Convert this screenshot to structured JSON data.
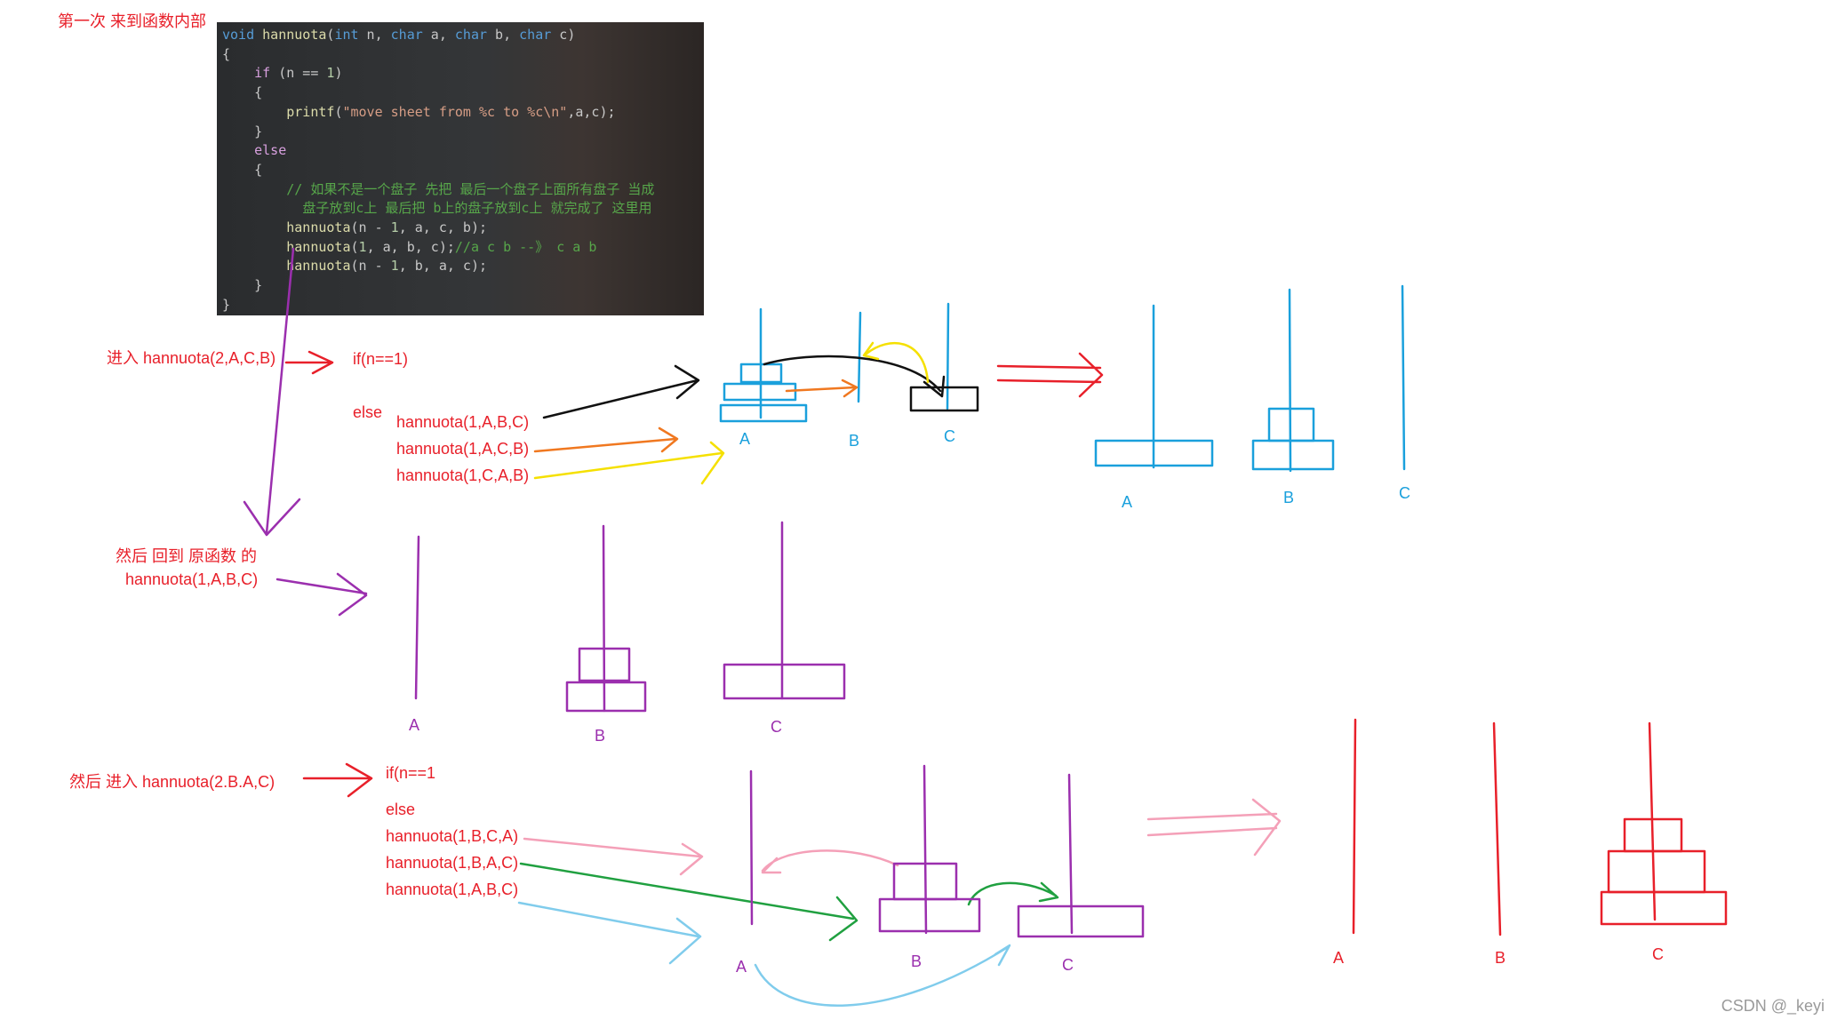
{
  "header_note": "第一次 来到函数内部",
  "code_lines": [
    [
      [
        "kw",
        "void "
      ],
      [
        "fn",
        "hannuota"
      ],
      [
        "p",
        "("
      ],
      [
        "kw",
        "int"
      ],
      [
        "p",
        " n, "
      ],
      [
        "kw",
        "char"
      ],
      [
        "p",
        " a, "
      ],
      [
        "kw",
        "char"
      ],
      [
        "p",
        " b, "
      ],
      [
        "kw",
        "char"
      ],
      [
        "p",
        " c)"
      ]
    ],
    [
      [
        "p",
        "{"
      ]
    ],
    [
      [
        "p",
        "    "
      ],
      [
        "ctl",
        "if"
      ],
      [
        "p",
        " (n == "
      ],
      [
        "num",
        "1"
      ],
      [
        "p",
        ")"
      ]
    ],
    [
      [
        "p",
        "    {"
      ]
    ],
    [
      [
        "p",
        "        "
      ],
      [
        "fn",
        "printf"
      ],
      [
        "p",
        "("
      ],
      [
        "str",
        "\"move sheet from %c to %c\\n\""
      ],
      [
        "p",
        ",a,c);"
      ]
    ],
    [
      [
        "p",
        "    }"
      ]
    ],
    [
      [
        "p",
        "    "
      ],
      [
        "ctl",
        "else"
      ]
    ],
    [
      [
        "p",
        "    {"
      ]
    ],
    [
      [
        "p",
        "        "
      ],
      [
        "cm",
        "// 如果不是一个盘子 先把 最后一个盘子上面所有盘子 当成"
      ]
    ],
    [
      [
        "p",
        "          "
      ],
      [
        "cm",
        "盘子放到c上 最后把 b上的盘子放到c上 就完成了 这里用"
      ]
    ],
    [
      [
        "p",
        "        "
      ],
      [
        "fn",
        "hannuota"
      ],
      [
        "p",
        "(n - "
      ],
      [
        "num",
        "1"
      ],
      [
        "p",
        ", a, c, b);"
      ]
    ],
    [
      [
        "p",
        "        "
      ],
      [
        "fn",
        "hannuota"
      ],
      [
        "p",
        "("
      ],
      [
        "num",
        "1"
      ],
      [
        "p",
        ", a, b, c);"
      ],
      [
        "cm",
        "//a c b --》 c a b"
      ]
    ],
    [
      [
        "p",
        "        "
      ],
      [
        "fn",
        "hannuota"
      ],
      [
        "p",
        "(n - "
      ],
      [
        "num",
        "1"
      ],
      [
        "p",
        ", b, a, c);"
      ]
    ],
    [
      [
        "p",
        "    }"
      ]
    ],
    [
      [
        "p",
        "}"
      ]
    ]
  ],
  "sec1": {
    "enter": "进入 hannuota(2,A,C,B)",
    "if": "if(n==1)",
    "else": "else",
    "calls": [
      "hannuota(1,A,B,C)",
      "hannuota(1,A,C,B)",
      "hannuota(1,C,A,B)"
    ]
  },
  "sec2": {
    "back_line1": "然后 回到 原函数 的",
    "back_line2": "hannuota(1,A,B,C)"
  },
  "sec3": {
    "enter": "然后 进入 hannuota(2.B.A,C)",
    "if": "if(n==1",
    "else": "else",
    "calls": [
      "hannuota(1,B,C,A)",
      "hannuota(1,B,A,C)",
      "hannuota(1,A,B,C)"
    ]
  },
  "peg_labels": {
    "r1a": [
      "A",
      "B",
      "C"
    ],
    "r1b": [
      "A",
      "B",
      "C"
    ],
    "r2": [
      "A",
      "B",
      "C"
    ],
    "r3a": [
      "A",
      "B",
      "C"
    ],
    "r3b": [
      "A",
      "B",
      "C"
    ]
  },
  "colors": {
    "red": "#e8202a",
    "purple": "#9b2fae",
    "blue": "#1aa0dc",
    "black": "#111111",
    "orange": "#f07820",
    "yellow": "#f5e000",
    "pink": "#f4a0b8",
    "green": "#20a040",
    "lightblue": "#80ccec"
  },
  "watermark": "CSDN @_keyi"
}
